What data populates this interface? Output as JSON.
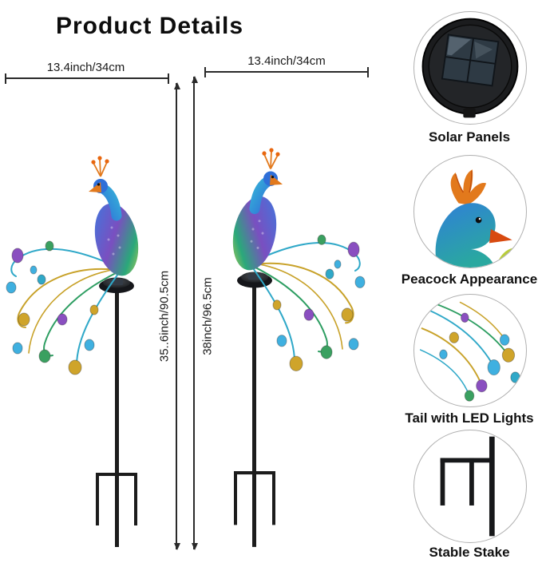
{
  "title": "Product Details",
  "products": {
    "left": {
      "width_label": "13.4inch/34cm",
      "height_label": "35..6inch/90.5cm"
    },
    "right": {
      "width_label": "13.4inch/34cm",
      "height_label": "38inch/96.5cm"
    }
  },
  "features": [
    {
      "name": "solar-panels",
      "label": "Solar Panels"
    },
    {
      "name": "peacock-appearance",
      "label": "Peacock Appearance"
    },
    {
      "name": "tail-led-lights",
      "label": "Tail with LED Lights"
    },
    {
      "name": "stable-stake",
      "label": "Stable Stake"
    }
  ],
  "colors": {
    "title_text": "#0d0d0d",
    "dimension_lines": "#2a2a2a",
    "label_text": "#111111",
    "circle_border": "#b0b0b0",
    "stake_metal": "#1c1c1c",
    "crest_orange": "#e2791c",
    "beak_orange": "#d84a10",
    "body_blue": "#2f6fd8",
    "body_teal": "#2aa87a",
    "gem_blue": "#3fb0e0",
    "gem_purple": "#8a4fc0",
    "gem_gold": "#cfa42a",
    "gem_green": "#3aa060",
    "gem_teal": "#2fa8c8"
  }
}
